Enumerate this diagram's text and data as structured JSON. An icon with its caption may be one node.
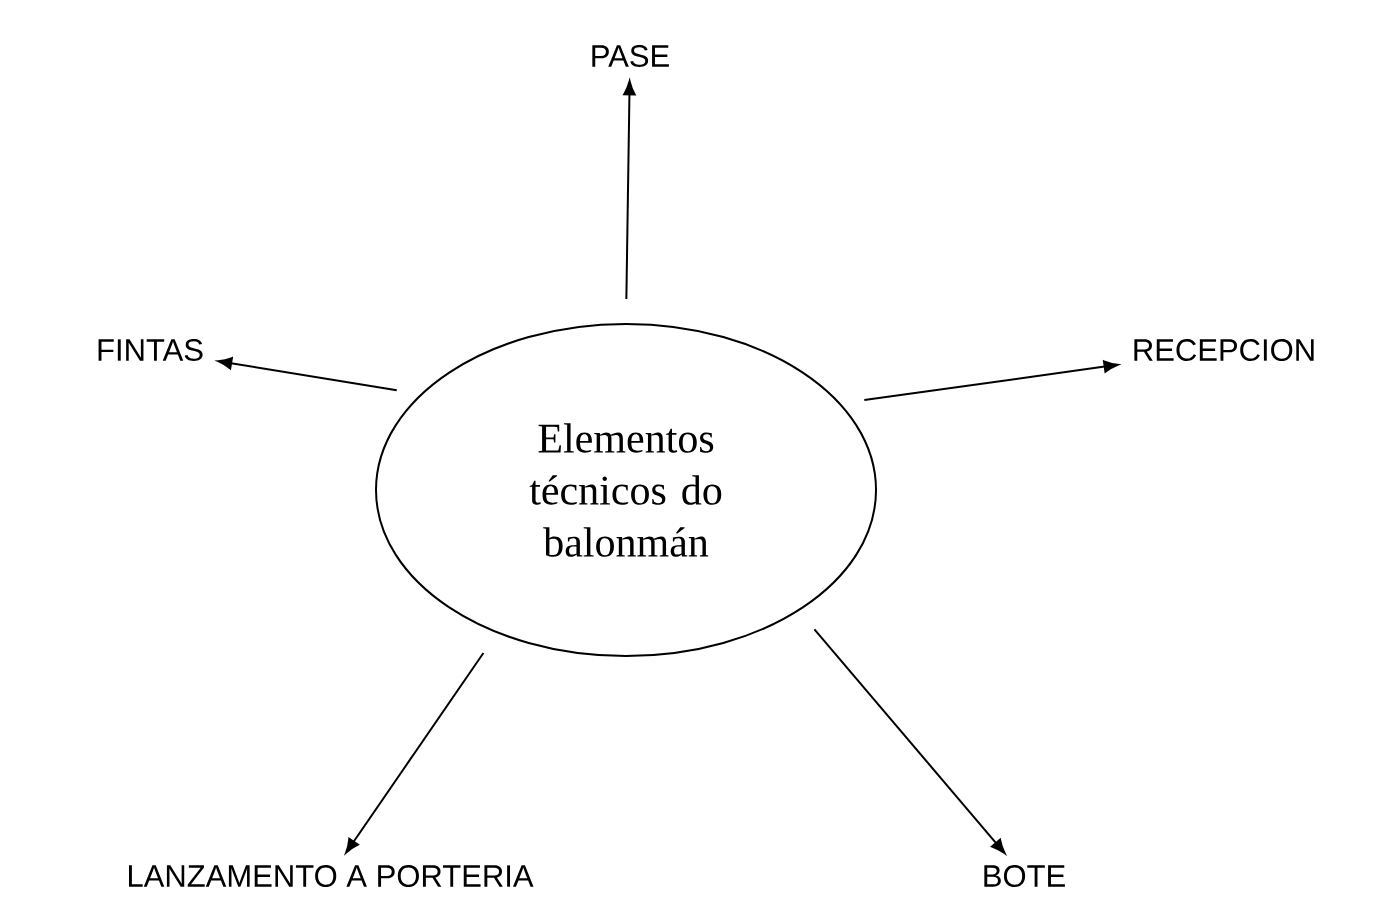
{
  "diagram": {
    "nodes": [
      {
        "text": [
          "Elementos técnicos do balonmán"
        ]
      },
      {
        "text": [
          "PASE"
        ]
      },
      {
        "text": [
          "RECEPCION"
        ]
      },
      {
        "text": [
          "FINTAS"
        ]
      },
      {
        "text": [
          "LANZAMENTO A PORTERIA"
        ]
      },
      {
        "text": [
          "BOTE"
        ]
      }
    ],
    "edges": [
      {
        "from": 0,
        "to": 1,
        "arrow": "to"
      },
      {
        "from": 0,
        "to": 2,
        "arrow": "to"
      },
      {
        "from": 0,
        "to": 3,
        "arrow": "to"
      },
      {
        "from": 0,
        "to": 4,
        "arrow": "to"
      },
      {
        "from": 0,
        "to": 5,
        "arrow": "to"
      }
    ]
  }
}
